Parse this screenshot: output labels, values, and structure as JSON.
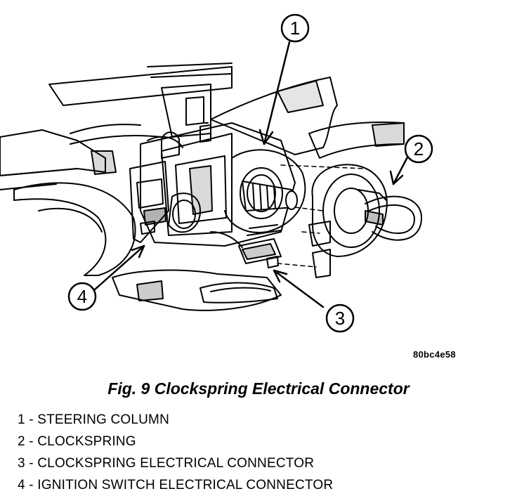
{
  "diagram": {
    "callouts": [
      {
        "number": "1"
      },
      {
        "number": "2"
      },
      {
        "number": "3"
      },
      {
        "number": "4"
      }
    ],
    "reference_code": "80bc4e58"
  },
  "caption": "Fig. 9 Clockspring Electrical Connector",
  "legend": [
    {
      "text": "1 - STEERING COLUMN"
    },
    {
      "text": "2 - CLOCKSPRING"
    },
    {
      "text": "3 - CLOCKSPRING ELECTRICAL CONNECTOR"
    },
    {
      "text": "4 - IGNITION SWITCH ELECTRICAL CONNECTOR"
    }
  ]
}
